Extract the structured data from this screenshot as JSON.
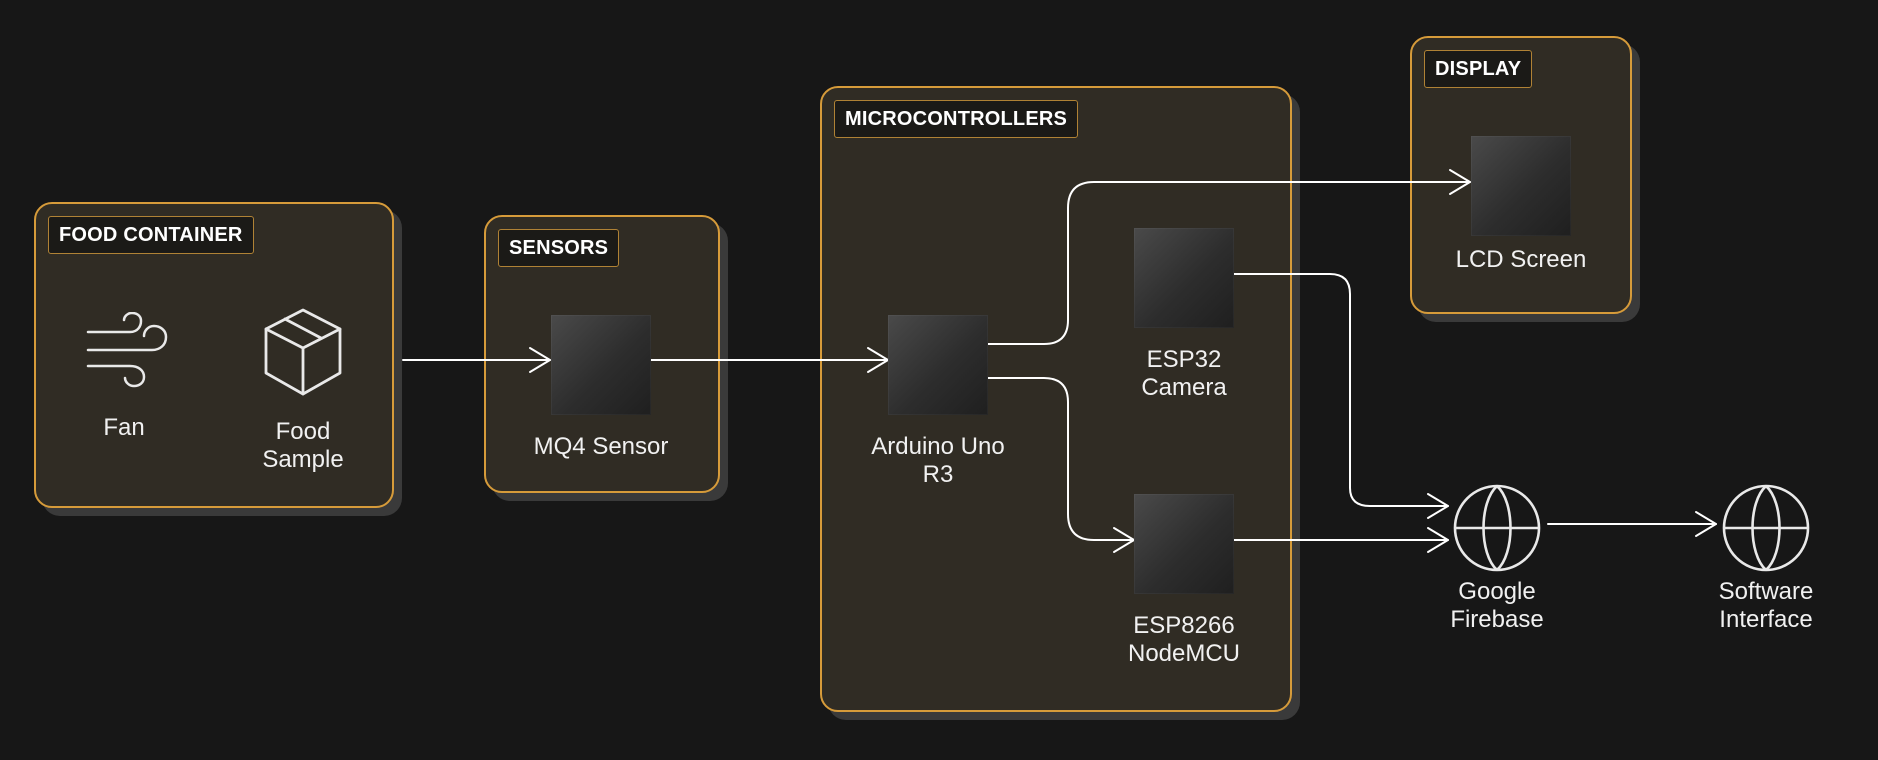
{
  "groups": {
    "food_container": "FOOD CONTAINER",
    "sensors": "SENSORS",
    "microcontrollers": "MICROCONTROLLERS",
    "display": "DISPLAY"
  },
  "nodes": {
    "fan": {
      "label": "Fan",
      "icon": "wind-icon"
    },
    "food_sample": {
      "label": "Food\nSample",
      "icon": "box-icon"
    },
    "mq4_sensor": {
      "label": "MQ4 Sensor"
    },
    "arduino_uno": {
      "label": "Arduino Uno\nR3"
    },
    "esp32_camera": {
      "label": "ESP32\nCamera"
    },
    "esp8266": {
      "label": "ESP8266\nNodeMCU"
    },
    "lcd_screen": {
      "label": "LCD Screen"
    },
    "google_firebase": {
      "label": "Google\nFirebase",
      "icon": "globe-icon"
    },
    "software_interface": {
      "label": "Software\nInterface",
      "icon": "globe-icon"
    }
  },
  "colors": {
    "background": "#171717",
    "group_fill": "#302c24",
    "group_border": "#d69b3a",
    "connector": "#ffffff"
  }
}
